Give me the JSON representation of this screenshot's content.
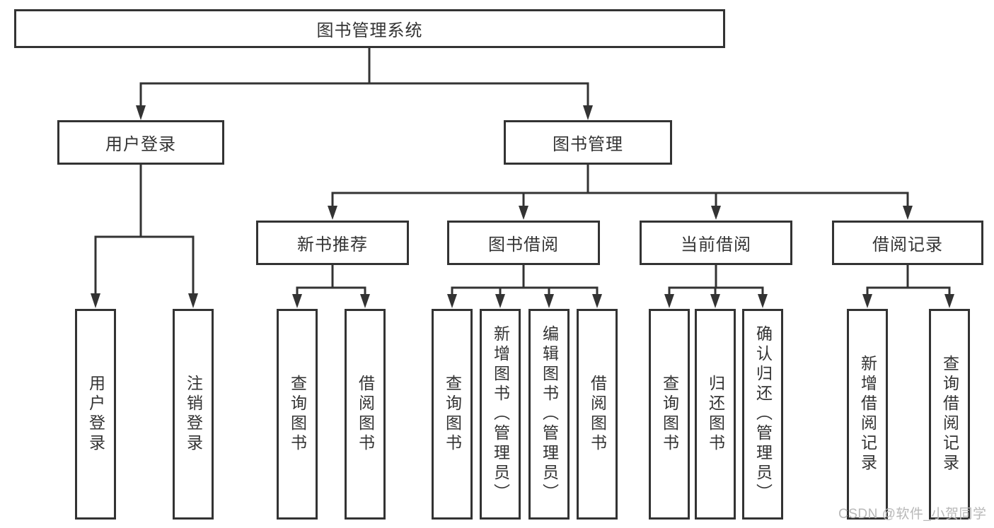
{
  "diagram": {
    "nodes": {
      "root": "图书管理系统",
      "user_login": "用户登录",
      "book_mgmt": "图书管理",
      "new_book_rec": "新书推荐",
      "book_borrow": "图书借阅",
      "current_borrow": "当前借阅",
      "borrow_records": "借阅记录",
      "leaf_user_login": "用户登录",
      "leaf_logout": "注销登录",
      "leaf_nbr_query_book": "查询图书",
      "leaf_nbr_borrow_book": "借阅图书",
      "leaf_bb_query_book": "查询图书",
      "leaf_bb_add_book": "新增图书（管理员）",
      "leaf_bb_edit_book": "编辑图书（管理员）",
      "leaf_bb_borrow_book": "借阅图书",
      "leaf_cb_query_book": "查询图书",
      "leaf_cb_return_book": "归还图书",
      "leaf_cb_confirm_return": "确认归还（管理员）",
      "leaf_br_add_record": "新增借阅记录",
      "leaf_br_query_record": "查询借阅记录"
    },
    "colors": {
      "line": "#333333",
      "box_border": "#333333",
      "text": "#333333",
      "background": "#ffffff",
      "watermark": "#b8b8b8"
    },
    "watermark": "CSDN @软件_小贺同学"
  }
}
